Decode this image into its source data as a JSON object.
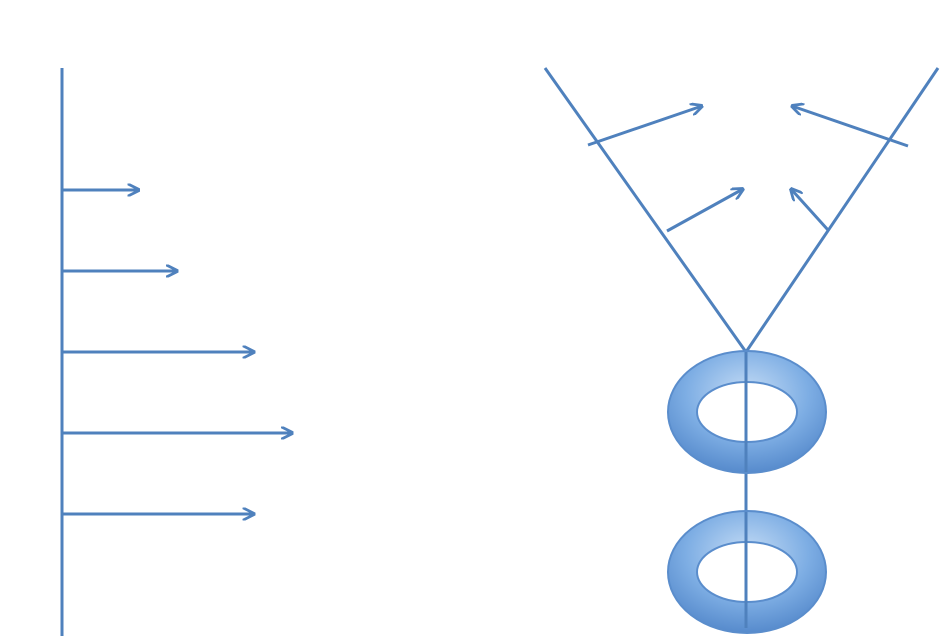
{
  "headings": {
    "left": "",
    "right": ""
  },
  "colors": {
    "line": "#4f81bd",
    "ring_fill_light": "#c5dcf5",
    "ring_fill_mid": "#7eaee4",
    "ring_fill_dark": "#4f84c8",
    "ring_stroke": "#5a8dcc",
    "background": "#ffffff"
  },
  "left_panel": {
    "description_icons": [
      "vertical-axis",
      "velocity-arrow"
    ],
    "arrow_relative_lengths": [
      0.32,
      0.48,
      0.8,
      0.96,
      0.8
    ]
  },
  "right_panel": {
    "description_icons": [
      "v-shaped-walls",
      "inward-arrow",
      "ring-magnet"
    ],
    "ring_count": 2
  }
}
